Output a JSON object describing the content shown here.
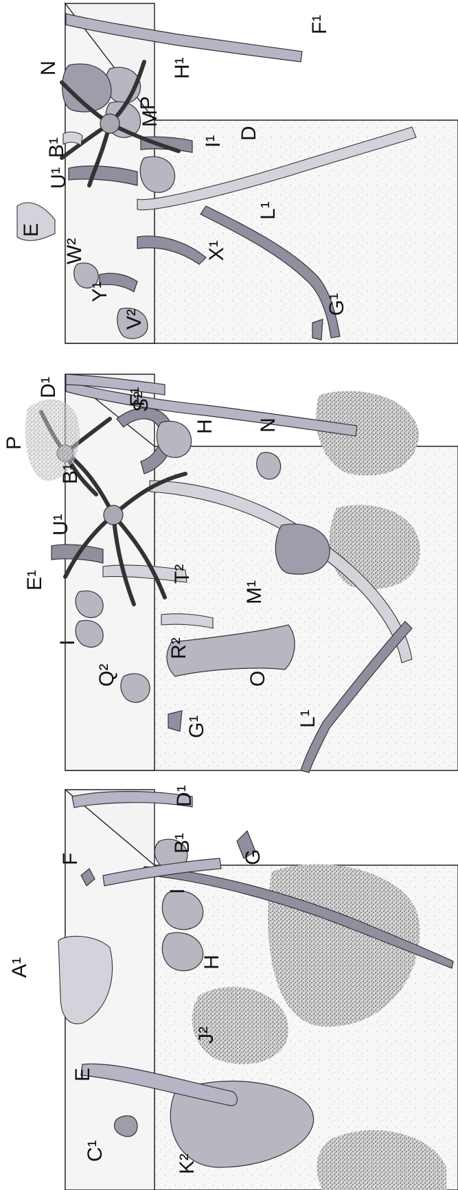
{
  "panels": [
    {
      "id": "panel-1",
      "labels": [
        "A¹",
        "B¹",
        "C¹",
        "D¹",
        "E",
        "F",
        "G",
        "H",
        "I",
        "J²",
        "K²"
      ]
    },
    {
      "id": "panel-2",
      "labels": [
        "B¹",
        "D¹",
        "E¹",
        "F¹",
        "G¹",
        "H",
        "I",
        "L¹",
        "M¹",
        "N",
        "O",
        "P",
        "Q²",
        "R²",
        "S²",
        "T²",
        "U¹"
      ]
    },
    {
      "id": "panel-3",
      "labels": [
        "B¹",
        "D",
        "E",
        "F¹",
        "G¹",
        "H¹",
        "I¹",
        "L¹",
        "M",
        "N",
        "P",
        "U¹",
        "V²",
        "W²",
        "X¹",
        "Y¹"
      ]
    }
  ],
  "colors": {
    "organism_fill": "#b7b7c2",
    "organism_dark": "#8f8f9f",
    "outline": "#222222",
    "sediment_dots": "#9a9a9a"
  }
}
